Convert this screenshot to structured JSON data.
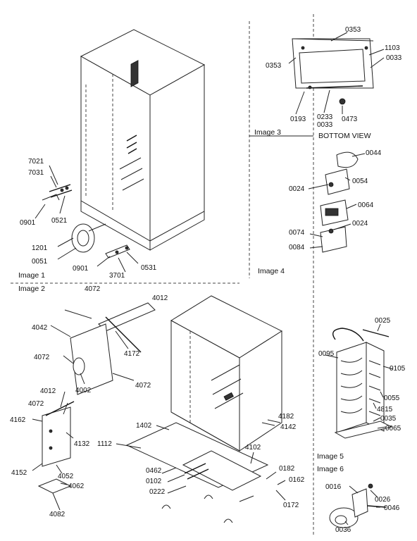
{
  "captions": {
    "image1": "Image 1",
    "image2": "Image 2",
    "image3": "Image 3",
    "image3_sub": "BOTTOM VIEW",
    "image4": "Image 4",
    "image5": "Image 5",
    "image6": "Image 6"
  },
  "image1": {
    "l7021": "7021",
    "l7031": "7031",
    "l0901a": "0901",
    "l0521": "0521",
    "l1201": "1201",
    "l0051": "0051",
    "l0901b": "0901",
    "l0531": "0531",
    "l3701": "3701"
  },
  "image2": {
    "l4072a": "4072",
    "l4012a": "4012",
    "l4042": "4042",
    "l4172": "4172",
    "l4072b": "4072",
    "l4002": "4002",
    "l4072c": "4072",
    "l4012b": "4012",
    "l4072d": "4072",
    "l4162": "4162",
    "l1402": "1402",
    "l4182": "4182",
    "l4142": "4142",
    "l1112": "1112",
    "l4132": "4132",
    "l4102": "4102",
    "l4152": "4152",
    "l4052": "4052",
    "l0462": "0462",
    "l0102": "0102",
    "l0182": "0182",
    "l0162": "0162",
    "l4062": "4062",
    "l0222": "0222",
    "l0172": "0172",
    "l4082": "4082"
  },
  "image3": {
    "l0353a": "0353",
    "l1103": "1103",
    "l0353b": "0353",
    "l0033a": "0033",
    "l0193": "0193",
    "l0233": "0233",
    "l0033b": "0033",
    "l0473": "0473"
  },
  "image4": {
    "l0044": "0044",
    "l0024a": "0024",
    "l0054": "0054",
    "l0064": "0064",
    "l0074": "0074",
    "l0024b": "0024",
    "l0084": "0084"
  },
  "image5": {
    "l0025": "0025",
    "l0095": "0095",
    "l0105": "0105",
    "l0055": "0055",
    "l4815": "4815",
    "l0035": "0035",
    "l0065": "0065"
  },
  "image6": {
    "l0016": "0016",
    "l0026": "0026",
    "l0046": "0046",
    "l0036": "0036"
  }
}
